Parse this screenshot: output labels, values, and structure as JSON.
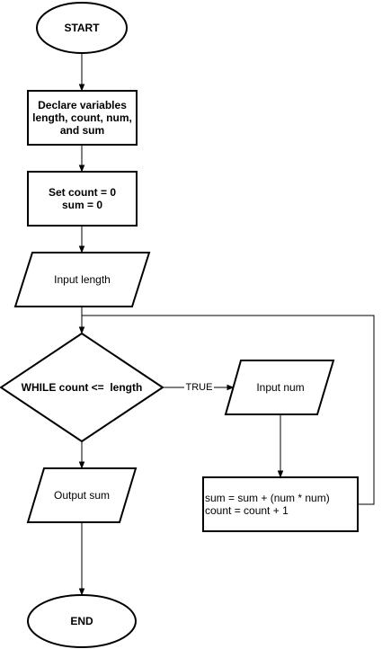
{
  "flowchart": {
    "start": "START",
    "declare": [
      "Declare variables",
      "length, count, num,",
      "and sum"
    ],
    "init": [
      "Set count = 0",
      "sum = 0"
    ],
    "input_length": "Input length",
    "decision": "WHILE count <=  length",
    "true_label": "TRUE",
    "input_num": "Input num",
    "loop_body": [
      "sum = sum + (num * num)",
      "count = count + 1"
    ],
    "output": "Output sum",
    "end": "END"
  }
}
